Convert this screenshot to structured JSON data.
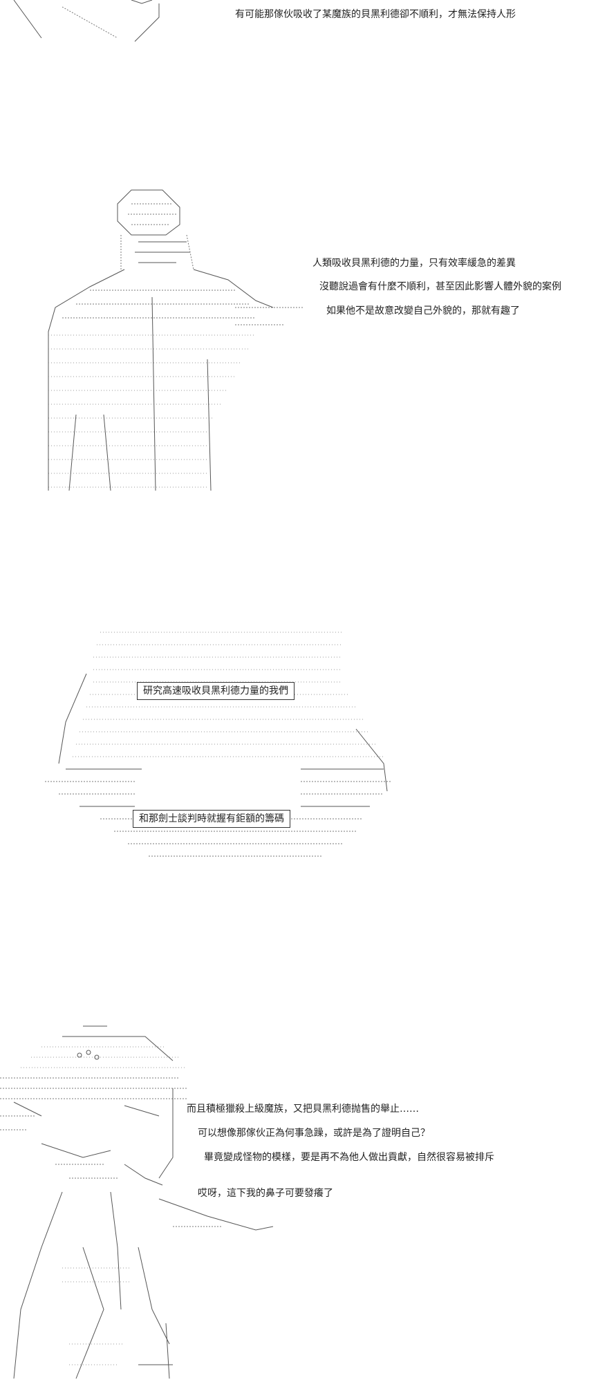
{
  "panel1": {
    "lines": [
      "有可能那傢伙吸收了某魔族的貝黑利德卻不順利，才無法保持人形"
    ]
  },
  "panel2": {
    "lines": [
      "人類吸收貝黑利德的力量，只有效率緩急的差異",
      "沒聽說過會有什麼不順利，甚至因此影響人體外貌的案例",
      "如果他不是故意改變自己外貌的，那就有趣了"
    ]
  },
  "panel3": {
    "boxes": [
      "研究高速吸收貝黑利德力量的我們",
      "和那劍士談判時就握有鉅額的籌碼"
    ]
  },
  "panel4": {
    "lines": [
      "而且積極獵殺上級魔族，又把貝黑利德抛售的舉止……",
      "可以想像那傢伙正為何事急躁，或許是為了證明自己？",
      "畢竟變成怪物的模樣，要是再不為他人做出貢獻，自然很容易被排斥",
      "哎呀，這下我的鼻子可要發癢了"
    ]
  }
}
